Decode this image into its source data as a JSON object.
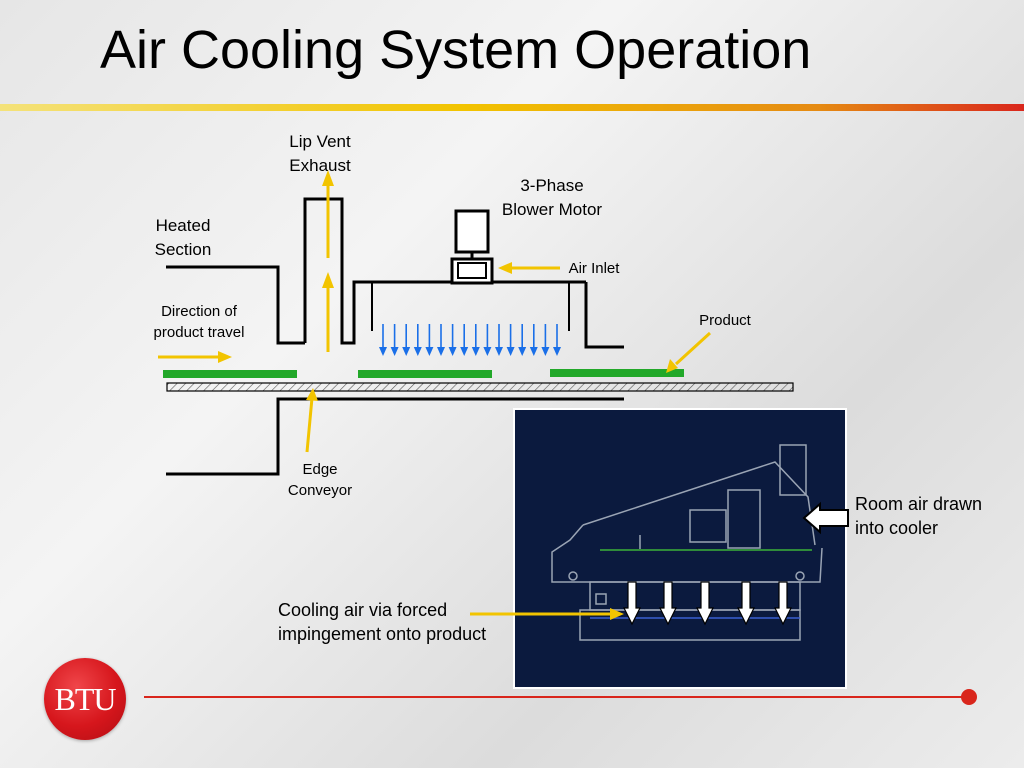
{
  "slide": {
    "title": "Air Cooling System Operation"
  },
  "labels": {
    "lip_vent_1": "Lip Vent",
    "lip_vent_2": "Exhaust",
    "blower_1": "3-Phase",
    "blower_2": "Blower Motor",
    "heated_1": "Heated",
    "heated_2": "Section",
    "air_inlet": "Air Inlet",
    "direction_1": "Direction of",
    "direction_2": "product travel",
    "product": "Product",
    "edge_1": "Edge",
    "edge_2": "Conveyor",
    "room_air_1": "Room air drawn",
    "room_air_2": "into cooler",
    "cooling_1": "Cooling air via forced",
    "cooling_2": "impingement onto product"
  },
  "logo": {
    "text": "BTU"
  },
  "colors": {
    "accent_red": "#d9261c",
    "accent_yellow": "#f2c400",
    "product_green": "#22a829",
    "airflow_blue": "#1a6fe8",
    "panel_navy": "#0b1a3e"
  }
}
